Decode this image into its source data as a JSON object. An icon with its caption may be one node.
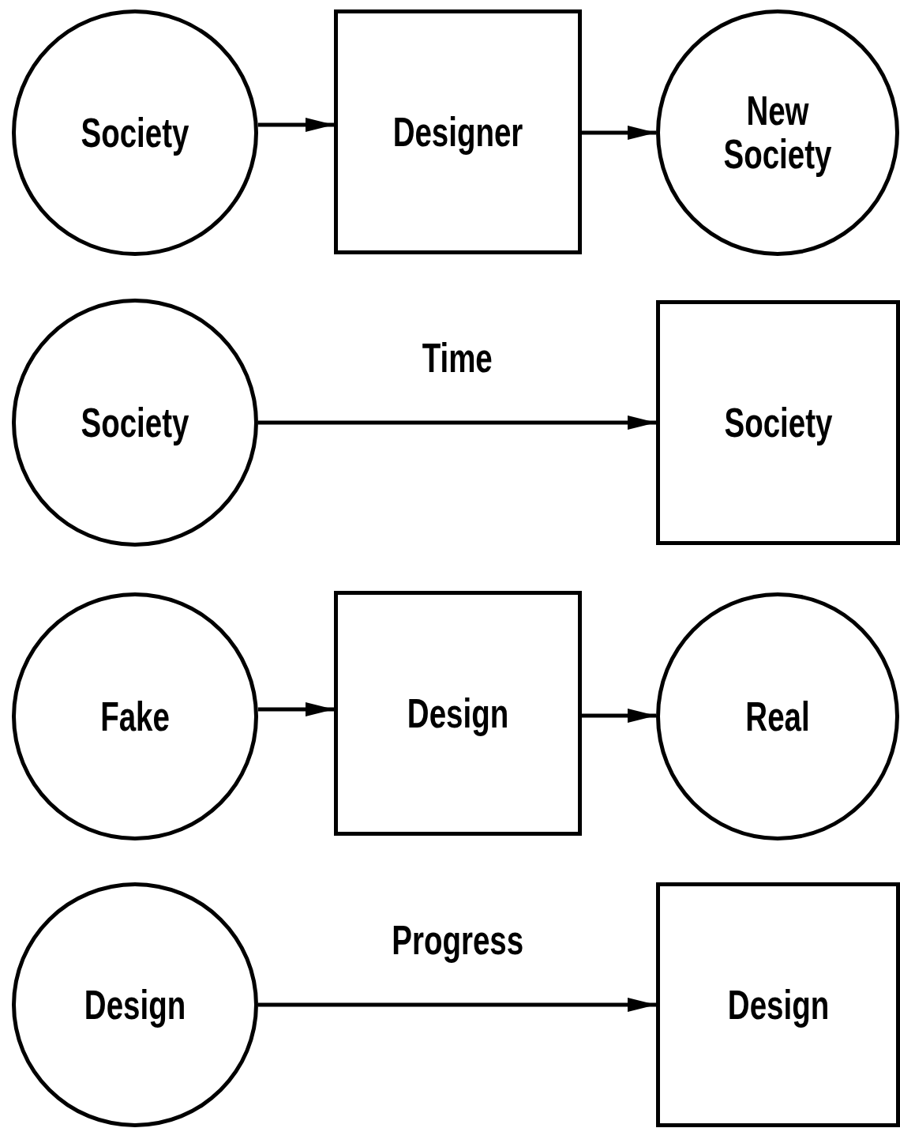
{
  "diagram": {
    "nodes": [
      {
        "text": [
          "Society"
        ]
      },
      {
        "text": [
          "Designer"
        ]
      },
      {
        "text": [
          "New Society"
        ]
      },
      {
        "text": [
          "Society"
        ]
      },
      {
        "text": [
          "Society"
        ]
      },
      {
        "text": [
          "Fake"
        ]
      },
      {
        "text": [
          "Design"
        ]
      },
      {
        "text": [
          "Real"
        ]
      },
      {
        "text": [
          "Design"
        ]
      },
      {
        "text": [
          "Design"
        ]
      }
    ],
    "edges": [
      {
        "from": 0,
        "to": 1,
        "arrow": "to"
      },
      {
        "from": 1,
        "to": 2,
        "arrow": "to"
      },
      {
        "from": 3,
        "to": 4,
        "arrow": "to",
        "label": "Time"
      },
      {
        "from": 5,
        "to": 6,
        "arrow": "to"
      },
      {
        "from": 6,
        "to": 7,
        "arrow": "to"
      },
      {
        "from": 8,
        "to": 9,
        "arrow": "to",
        "label": "Progress"
      }
    ]
  }
}
